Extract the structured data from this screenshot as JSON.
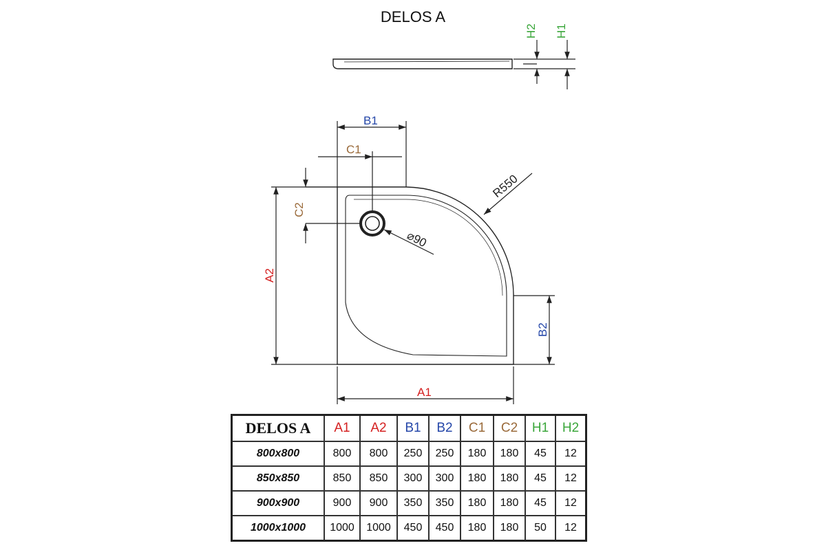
{
  "title": "DELOS A",
  "colors": {
    "A": "#d42020",
    "B": "#2446a8",
    "C": "#9a6a3a",
    "H": "#3aa63a",
    "line": "#222222"
  },
  "labels": {
    "H2": "H2",
    "H1": "H1",
    "B1": "B1",
    "C1": "C1",
    "C2": "C2",
    "A2": "A2",
    "B2": "B2",
    "A1": "A1",
    "R": "R550",
    "D": "⌀90"
  },
  "table": {
    "model_header": "DELOS A",
    "headers": [
      "A1",
      "A2",
      "B1",
      "B2",
      "C1",
      "C2",
      "H1",
      "H2"
    ],
    "header_colors": [
      "#d42020",
      "#d42020",
      "#2446a8",
      "#2446a8",
      "#9a6a3a",
      "#9a6a3a",
      "#3aa63a",
      "#3aa63a"
    ],
    "rows": [
      {
        "model": "800x800",
        "values": [
          "800",
          "800",
          "250",
          "250",
          "180",
          "180",
          "45",
          "12"
        ]
      },
      {
        "model": "850x850",
        "values": [
          "850",
          "850",
          "300",
          "300",
          "180",
          "180",
          "45",
          "12"
        ]
      },
      {
        "model": "900x900",
        "values": [
          "900",
          "900",
          "350",
          "350",
          "180",
          "180",
          "45",
          "12"
        ]
      },
      {
        "model": "1000x1000",
        "values": [
          "1000",
          "1000",
          "450",
          "450",
          "180",
          "180",
          "50",
          "12"
        ]
      }
    ]
  }
}
